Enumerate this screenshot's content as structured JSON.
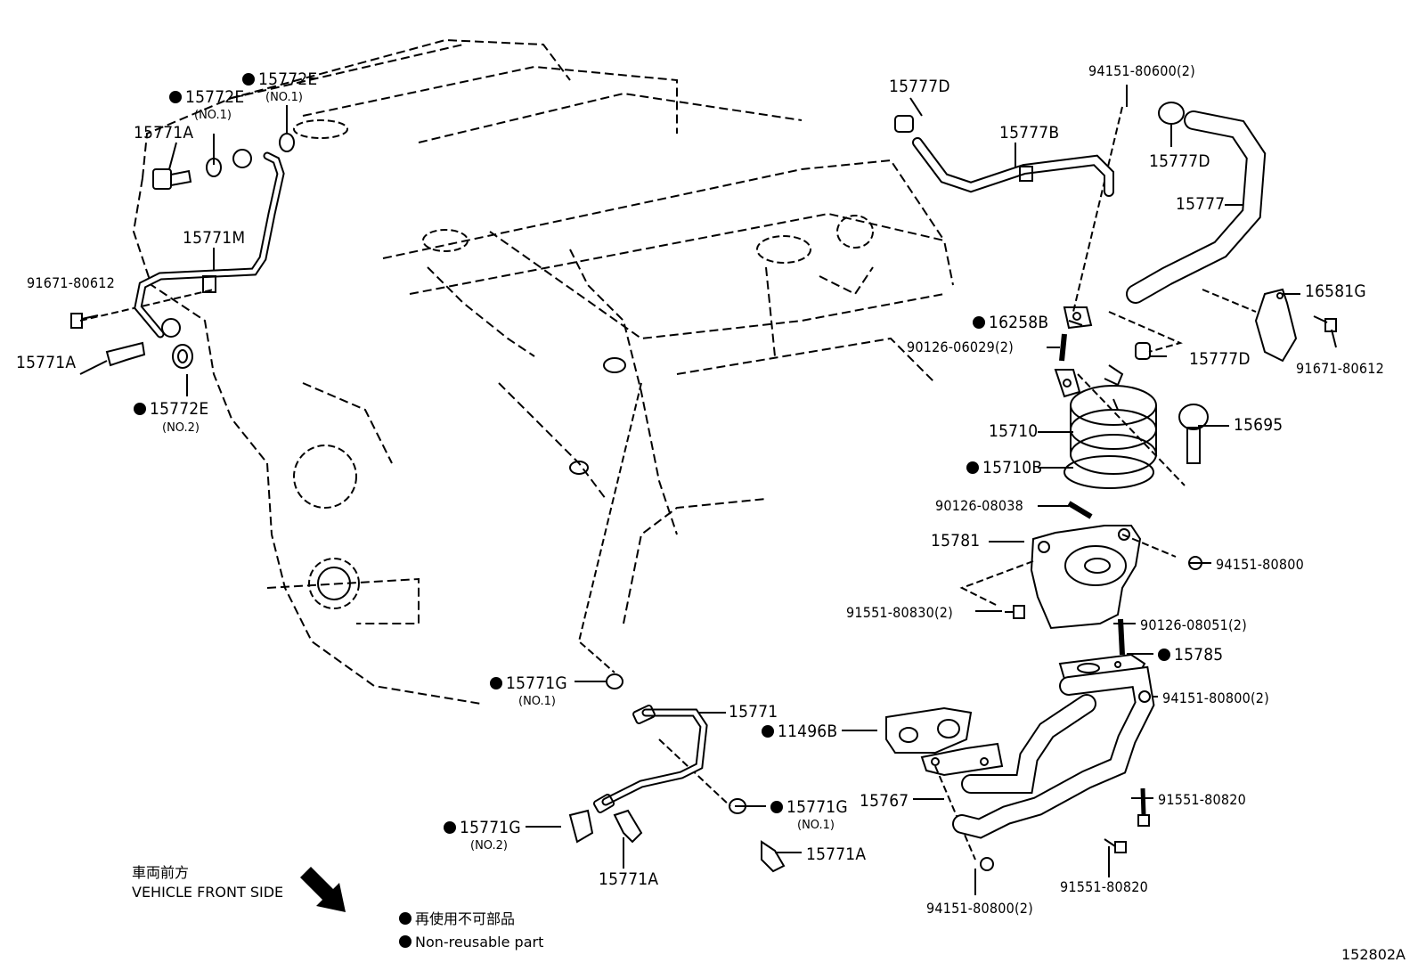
{
  "labels": {
    "p15772e_top": "15772E",
    "p15772e_mid": "15772E",
    "p15771a_top": "15771A",
    "p15771m": "15771M",
    "p91671_left": "91671-80612",
    "p15771a_left": "15771A",
    "p15772e_bot": "15772E",
    "p15777d_top": "15777D",
    "p15777b": "15777B",
    "p94151_600": "94151-80600(2)",
    "p15777d_right": "15777D",
    "p15777": "15777",
    "p16581g": "16581G",
    "p16258b": "16258B",
    "p90126_06029": "90126-06029(2)",
    "p15777d_mid": "15777D",
    "p91671_right": "91671-80612",
    "p15710": "15710",
    "p15695": "15695",
    "p15710b": "15710B",
    "p90126_08038": "90126-08038",
    "p15781": "15781",
    "p94151_800a": "94151-80800",
    "p91551_830": "91551-80830(2)",
    "p90126_08051": "90126-08051(2)",
    "p15785": "15785",
    "p15771g_top": "15771G",
    "p15771": "15771",
    "p94151_800b": "94151-80800(2)",
    "p11496b": "11496B",
    "p15771g_mid": "15771G",
    "p15767": "15767",
    "p91551_820a": "91551-80820",
    "p15771g_bot": "15771G",
    "p15771a_bot1": "15771A",
    "p15771a_bot2": "15771A",
    "p91551_820b": "91551-80820",
    "p94151_800c": "94151-80800(2)"
  },
  "subs": {
    "no1_a": "(NO.1)",
    "no1_b": "(NO.1)",
    "no2_a": "(NO.2)",
    "no1_c": "(NO.1)",
    "no1_d": "(NO.1)",
    "no2_b": "(NO.2)"
  },
  "front": {
    "jp": "車両前方",
    "en": "VEHICLE FRONT SIDE"
  },
  "legend": {
    "jp": "再使用不可部品",
    "en": "Non-reusable part"
  },
  "diagram_code": "152802A"
}
